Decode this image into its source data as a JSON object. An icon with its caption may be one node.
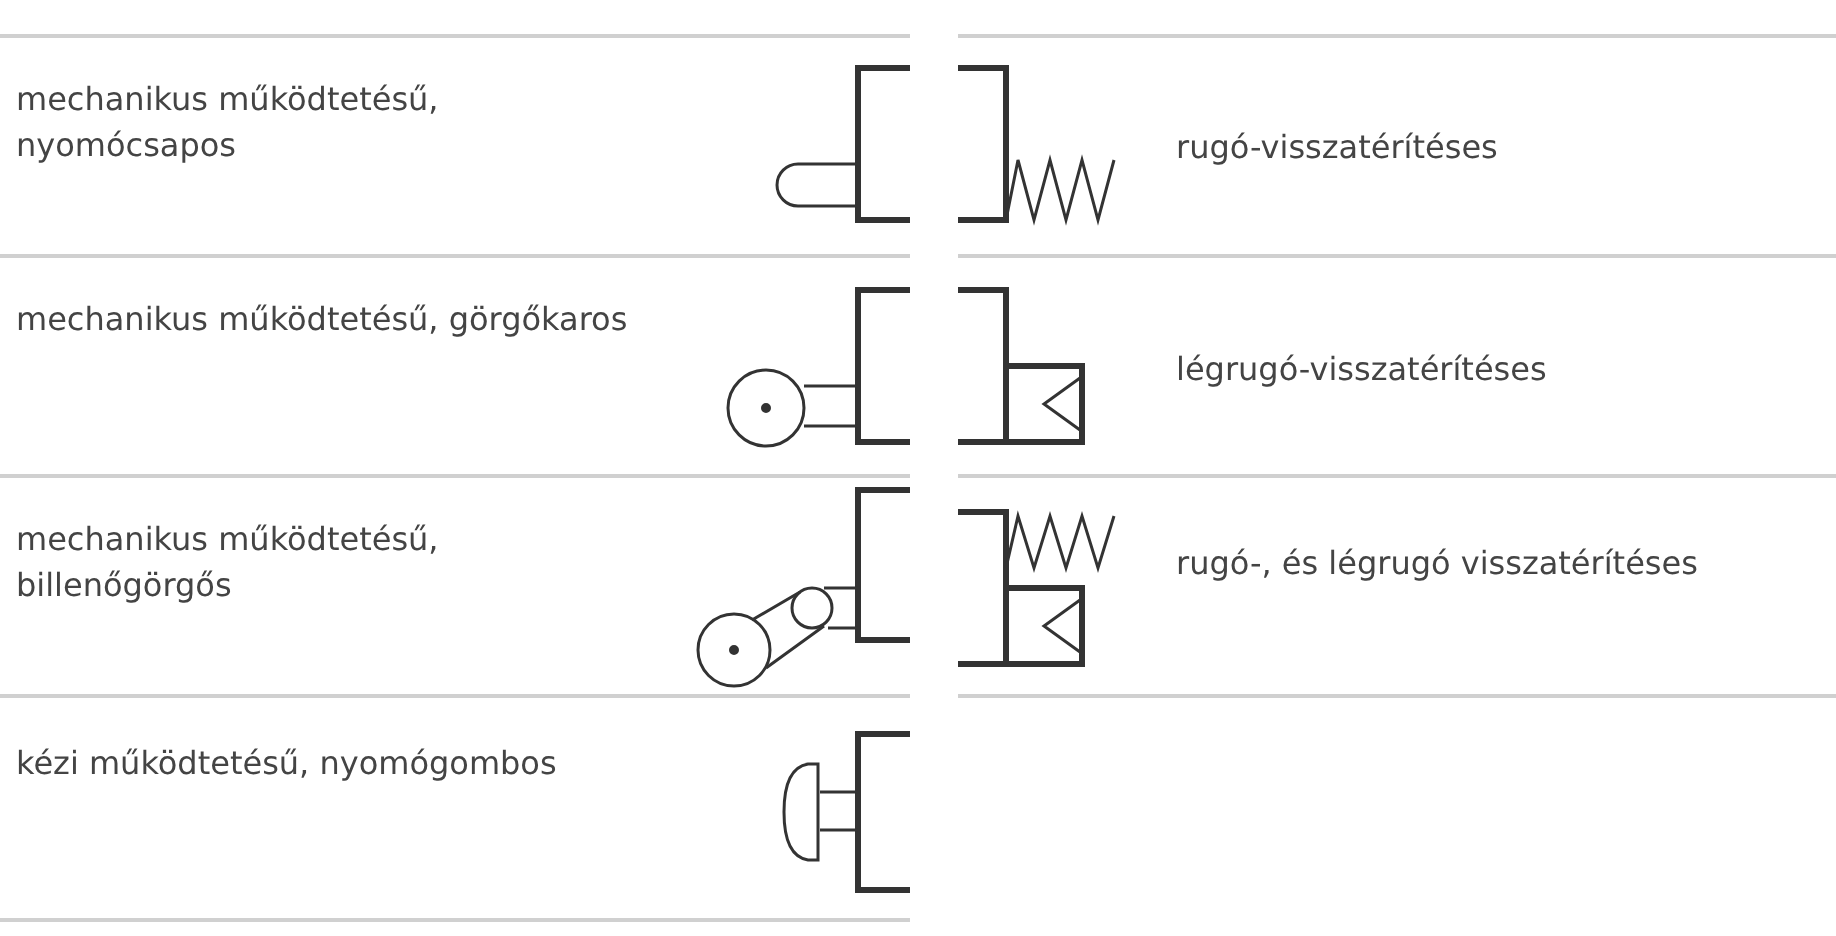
{
  "diagram": {
    "labels": [
      "mechanikus működtetésű, nyomócsapos",
      "rugó-visszatérítéses",
      "mechanikus működtetésű, görgőkaros",
      "légrugó-visszatérítéses",
      "mechanikus működtetésű, billenőgörgős",
      "rugó-, és légrugó visszatérítéses",
      "kézi működtetésű, nyomógombos"
    ]
  }
}
